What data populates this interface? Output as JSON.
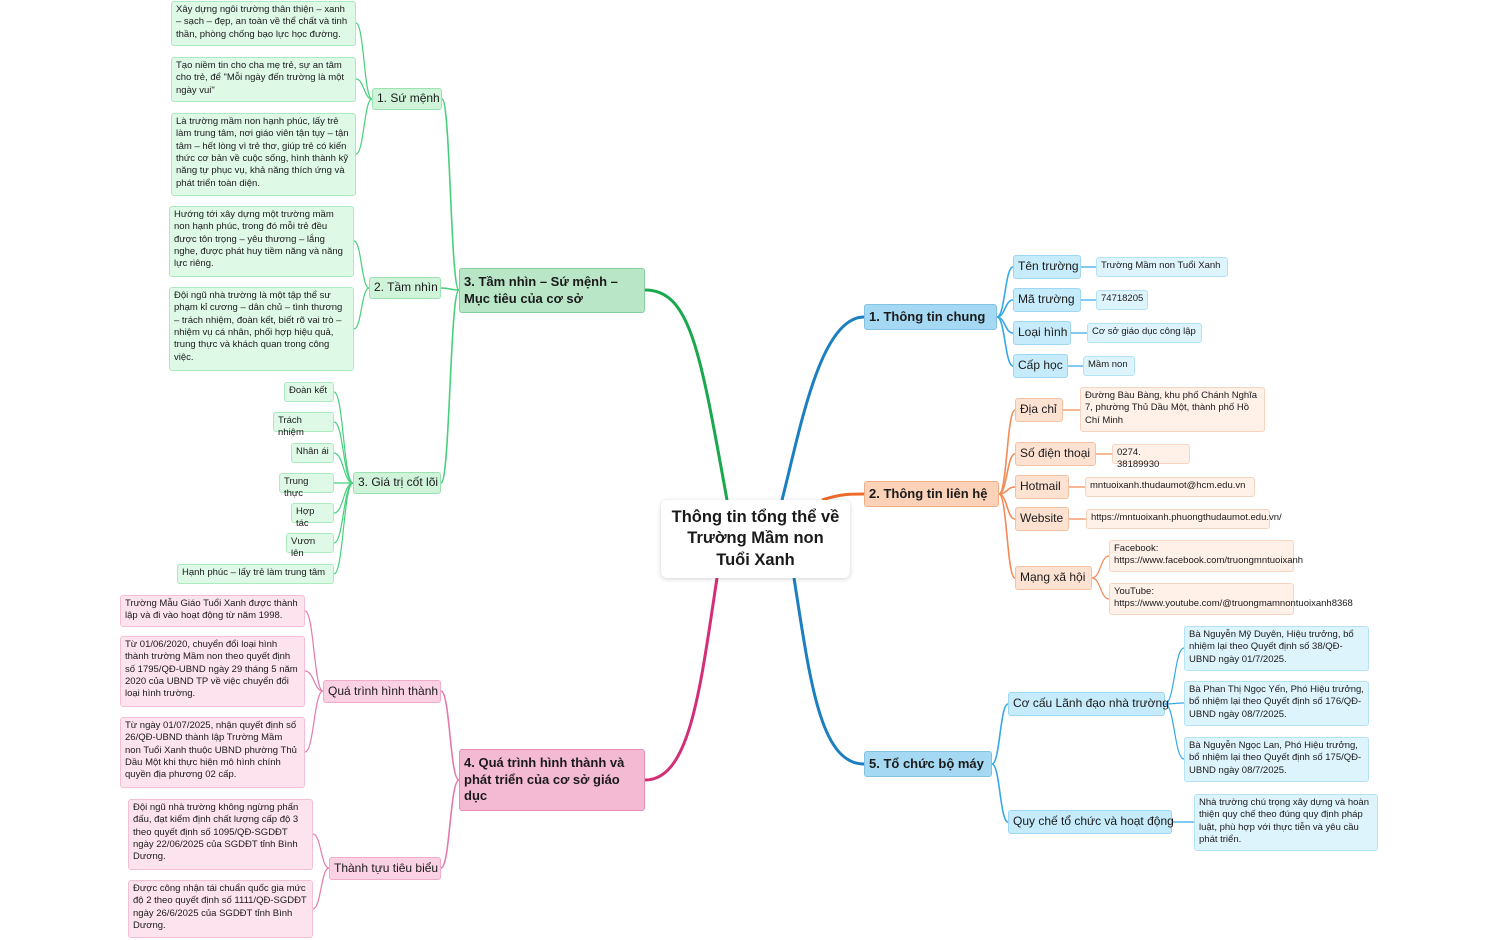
{
  "root": {
    "title": "Thông tin tổng thể về Trường Mầm non Tuổi Xanh"
  },
  "colors": {
    "b1": "#1b7fc0",
    "b2": "#ec6a2a",
    "b3": "#19a84d",
    "b4": "#d32f78",
    "b5": "#1b7fc0",
    "b1_sub": "#35a9e6",
    "b2_sub": "#f28a55",
    "b3_sub": "#45d07c",
    "b4_sub": "#e47aaa",
    "b5_sub": "#35a9e6"
  },
  "b1": {
    "title": "1. Thông tin chung",
    "items": [
      {
        "label": "Tên trường",
        "value": "Trường Mầm non Tuổi Xanh"
      },
      {
        "label": "Mã trường",
        "value": "74718205"
      },
      {
        "label": "Loại hình",
        "value": "Cơ sở giáo dục công lập"
      },
      {
        "label": "Cấp học",
        "value": "Mầm non"
      }
    ]
  },
  "b2": {
    "title": "2. Thông tin liên hệ",
    "address": {
      "label": "Địa chỉ",
      "value": "Đường Bàu Bàng, khu phố Chánh Nghĩa 7, phường Thủ Dầu Một, thành phố Hồ Chí Minh"
    },
    "phone": {
      "label": "Số điện thoại",
      "value": "0274. 38189930"
    },
    "mail": {
      "label": "Hotmail",
      "value": "mntuoixanh.thudaumot@hcm.edu.vn"
    },
    "web": {
      "label": "Website",
      "value": "https://mntuoixanh.phuongthudaumot.edu.vn/"
    },
    "social": {
      "label": "Mạng xã hội",
      "facebook": "Facebook: https://www.facebook.com/truongmntuoixanh",
      "youtube": "YouTube: https://www.youtube.com/@truongmamnontuoixanh8368"
    }
  },
  "b3": {
    "title": "3. Tầm nhìn – Sứ mệnh – Mục tiêu của cơ sở",
    "mission": {
      "label": "1. Sứ mệnh",
      "items": [
        "Xây dựng ngôi trường thân thiện – xanh – sạch – đẹp, an toàn về thể chất và tinh thần, phòng chống bạo lực học đường.",
        "Tạo niềm tin cho cha mẹ trẻ, sự an tâm cho trẻ, để \"Mỗi ngày đến trường là một ngày vui\"",
        " Là trường mầm non hạnh phúc, lấy trẻ làm trung tâm, nơi giáo viên tận tụy – tận tâm – hết lòng vì trẻ thơ, giúp trẻ có kiến thức cơ bản về cuộc sống, hình thành kỹ năng tự phục vụ, khả năng thích ứng và phát triển toàn diện."
      ]
    },
    "vision": {
      "label": "2. Tầm nhìn",
      "items": [
        "Hướng tới xây dựng một trường mầm non hạnh phúc, trong đó mỗi trẻ đều được tôn trọng – yêu thương – lắng nghe, được phát huy tiềm năng và năng lực riêng.",
        "Đội ngũ nhà trường là một tập thể sư phạm kỉ cương – dân chủ – tình thương – trách nhiệm, đoàn kết, biết rõ vai trò – nhiệm vụ cá nhân, phối hợp hiệu quả, trung thực và khách quan trong công việc."
      ]
    },
    "values": {
      "label": "3. Giá trị cốt lõi",
      "items": [
        "Đoàn kết",
        "Trách nhiệm",
        "Nhân ái",
        "Trung thực",
        "Hợp tác",
        "Vươn lên",
        "Hạnh phúc – lấy trẻ làm trung tâm"
      ]
    }
  },
  "b4": {
    "title": "4. Quá trình hình thành và phát triển của cơ sở giáo dục",
    "history": {
      "label": "Quá trình hình thành",
      "items": [
        "Trường Mẫu Giáo Tuổi Xanh được thành lập và đi vào hoạt động từ năm 1998.",
        "Từ 01/06/2020, chuyển đổi loại hình thành trường Mầm non theo quyết định số 1795/QĐ-UBND ngày 29 tháng 5 năm 2020 của UBND TP về việc chuyển đổi loại hình trường.",
        "Từ ngày 01/07/2025, nhận quyết định số 26/QĐ-UBND thành lập Trường Mầm non Tuổi Xanh thuộc UBND phường Thủ Dầu Một khi thực hiện mô hình chính quyền địa phương 02 cấp."
      ]
    },
    "achievements": {
      "label": "Thành tựu tiêu biểu",
      "items": [
        "Đội ngũ nhà trường không ngừng phấn đấu, đạt kiểm định chất lượng cấp độ 3 theo quyết định số 1095/QĐ-SGDĐT ngày 22/06/2025 của SGDĐT tỉnh Bình Dương.",
        "Được công nhận tái chuẩn quốc gia mức độ 2 theo quyết định số 1111/QĐ-SGDĐT ngày 26/6/2025 của SGDĐT tỉnh Bình Dương."
      ]
    }
  },
  "b5": {
    "title": "5. Tổ chức bộ máy",
    "leadership": {
      "label": "Cơ cấu Lãnh đạo nhà trường",
      "items": [
        "Bà Nguyễn Mỹ Duyên, Hiệu trưởng, bổ nhiệm lại theo Quyết định số 38/QĐ-UBND ngày 01/7/2025.",
        "Bà Phan Thị Ngọc Yến, Phó Hiệu trưởng, bổ nhiệm lại theo Quyết định số 176/QĐ-UBND ngày 08/7/2025.",
        "Bà Nguyễn Ngọc Lan, Phó Hiệu trưởng, bổ nhiệm lại theo Quyết định số 175/QĐ-UBND ngày 08/7/2025."
      ]
    },
    "rules": {
      "label": "Quy chế tổ chức và hoạt động",
      "items": [
        "Nhà trường chú trọng xây dựng và hoàn thiện quy chế theo đúng quy định pháp luật, phù hợp với thực tiễn và yêu cầu phát triển."
      ]
    }
  }
}
